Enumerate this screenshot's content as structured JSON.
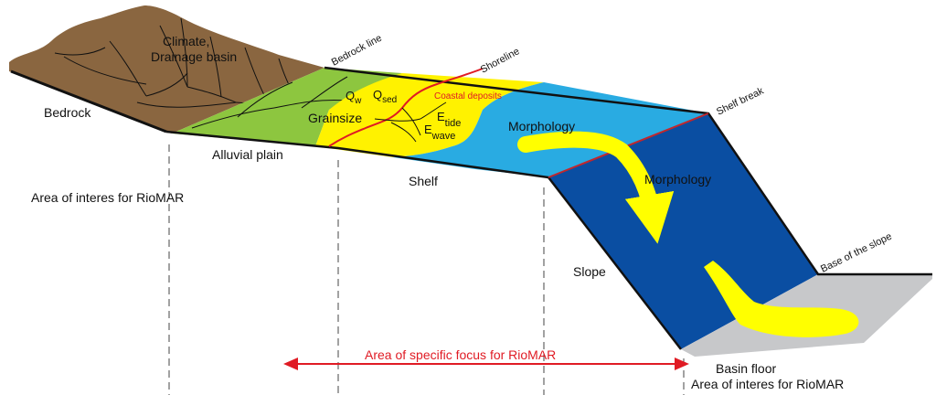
{
  "colors": {
    "bedrock": "#8a6640",
    "alluvial": "#8dc63f",
    "coastal": "#fff200",
    "shelf": "#29abe2",
    "slope": "#0a4ea2",
    "basin": "#c7c8ca",
    "arrow": "#ffff00",
    "focus": "#e01b24"
  },
  "labels": {
    "bedrock": "Bedrock",
    "climate_line1": "Climate,",
    "climate_line2": "Drainage basin",
    "bedrock_line": "Bedrock line",
    "shoreline": "Shoreline",
    "coastal_deposits": "Coastal deposits",
    "qw": "Q",
    "qw_sub": "w",
    "qsed": "Q",
    "qsed_sub": "sed",
    "grainsize": "Grainsize",
    "etide": "E",
    "etide_sub": "tide",
    "ewave": "E",
    "ewave_sub": "wave",
    "morphology_shelf": "Morphology",
    "shelf_break": "Shelf break",
    "morphology_slope": "Morphology",
    "alluvial_plain": "Alluvial plain",
    "shelf": "Shelf",
    "area_interest_left": "Area of interes for RioMAR",
    "slope": "Slope",
    "base_of_slope": "Base of the slope",
    "focus": "Area of specific focus for RioMAR",
    "basin_floor": "Basin floor",
    "area_interest_right": "Area of interes for RioMAR"
  }
}
